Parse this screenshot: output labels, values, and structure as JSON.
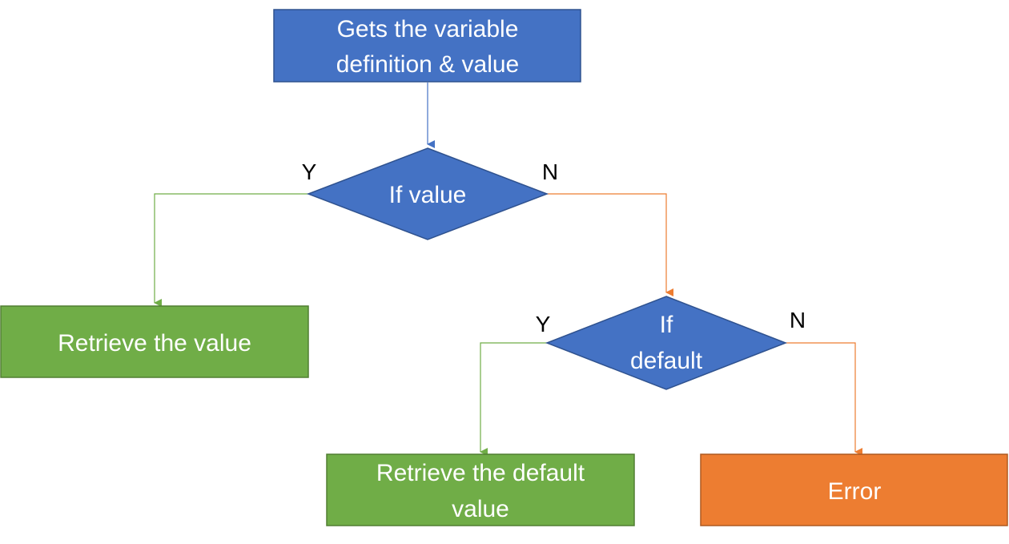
{
  "colors": {
    "blue_fill": "#4472C4",
    "blue_stroke": "#2F528F",
    "green_fill": "#70AD47",
    "green_stroke": "#507E32",
    "orange_fill": "#ED7D31",
    "orange_stroke": "#AE5A21",
    "text_light": "#FFFFFF",
    "text_dark": "#000000"
  },
  "nodes": {
    "start": {
      "shape": "rectangle",
      "lines": [
        "Gets the variable",
        "definition & value"
      ]
    },
    "decision_value": {
      "shape": "diamond",
      "lines": [
        "If value"
      ]
    },
    "retrieve_value": {
      "shape": "rectangle",
      "lines": [
        "Retrieve the value"
      ]
    },
    "decision_default": {
      "shape": "diamond",
      "lines": [
        "If",
        "default"
      ]
    },
    "retrieve_default": {
      "shape": "rectangle",
      "lines": [
        "Retrieve the default",
        "value"
      ]
    },
    "error": {
      "shape": "rectangle",
      "lines": [
        "Error"
      ]
    }
  },
  "edges": [
    {
      "from": "start",
      "to": "decision_value",
      "label": ""
    },
    {
      "from": "decision_value",
      "to": "retrieve_value",
      "label": "Y"
    },
    {
      "from": "decision_value",
      "to": "decision_default",
      "label": "N"
    },
    {
      "from": "decision_default",
      "to": "retrieve_default",
      "label": "Y"
    },
    {
      "from": "decision_default",
      "to": "error",
      "label": "N"
    }
  ]
}
